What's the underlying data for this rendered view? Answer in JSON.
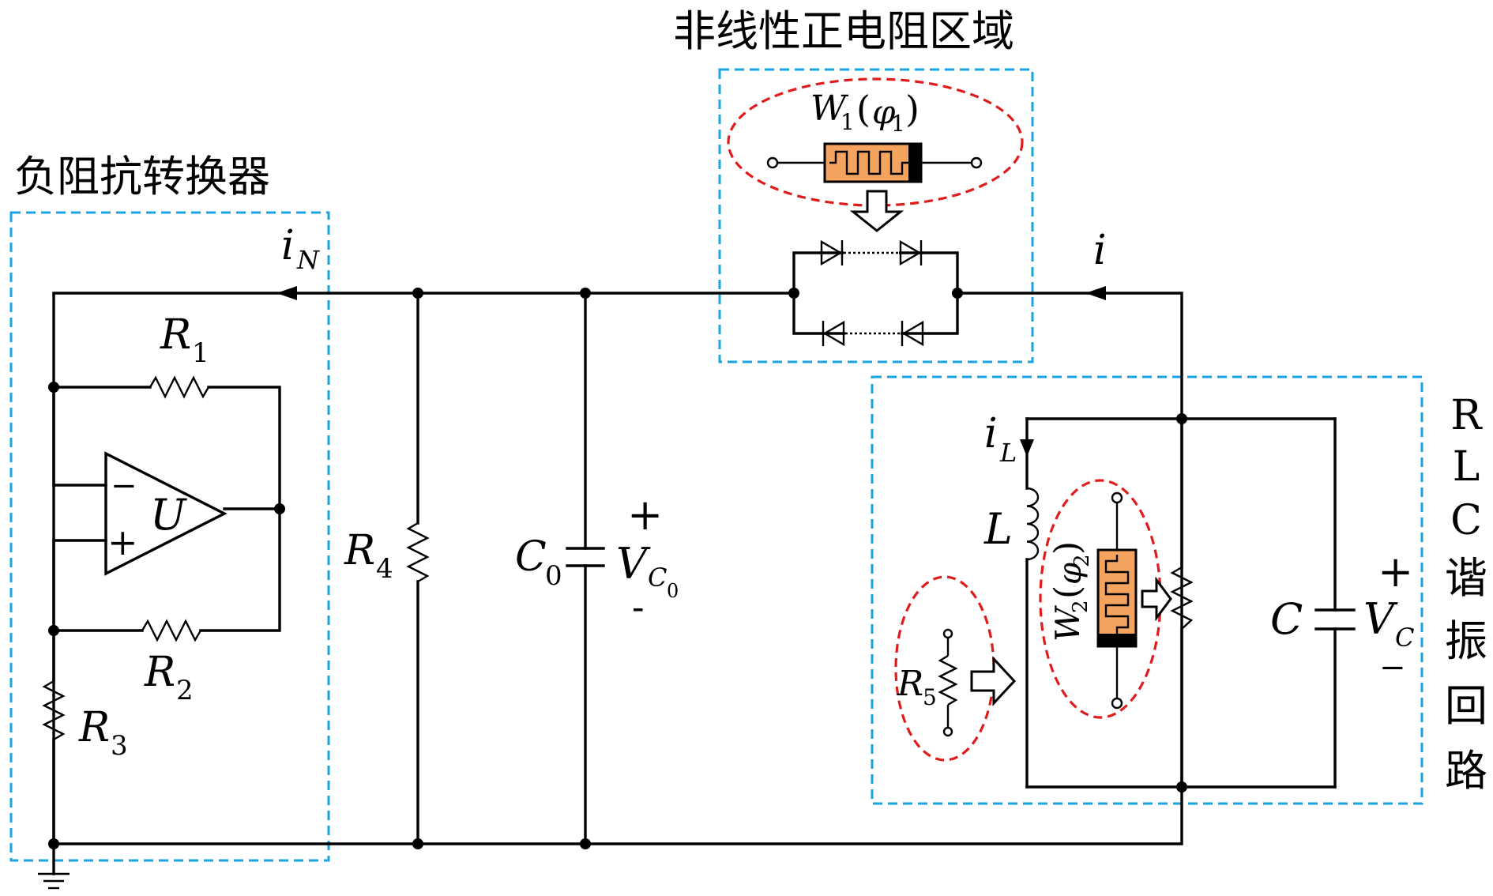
{
  "regions": {
    "negative_impedance_label": "负阻抗转换器",
    "nonlinear_positive_label": "非线性正电阻区域",
    "rlc_label": [
      "R",
      "L",
      "C",
      "谐",
      "振",
      "回",
      "路"
    ]
  },
  "labels": {
    "iN": {
      "main": "i",
      "sub": "N"
    },
    "i": {
      "main": "i"
    },
    "iL": {
      "main": "i",
      "sub": "L"
    },
    "R1": {
      "main": "R",
      "sub": "1"
    },
    "R2": {
      "main": "R",
      "sub": "2"
    },
    "R3": {
      "main": "R",
      "sub": "3"
    },
    "R4": {
      "main": "R",
      "sub": "4"
    },
    "R5": {
      "main": "R",
      "sub": "5"
    },
    "U": "U",
    "minus": "−",
    "plus": "+",
    "C0": {
      "main": "C",
      "sub": "0"
    },
    "VC0": {
      "main": "V",
      "sub": "C",
      "subsub": "0",
      "plus": "+",
      "minus": "-"
    },
    "L": "L",
    "C": "C",
    "VC": {
      "main": "V",
      "sub": "C",
      "plus": "+",
      "minus": "−"
    },
    "W1": {
      "main": "W",
      "sub": "1",
      "arg": "φ",
      "argsub": "1",
      "open": "(",
      "close": ")"
    },
    "W2": {
      "main": "W",
      "sub": "2",
      "arg": "φ",
      "argsub": "2",
      "open": "(",
      "close": ")"
    }
  },
  "colors": {
    "wire": "#000000",
    "region_border": "#1aa3e0",
    "memristor_ellipse": "#e01b1b",
    "memristor_fill": "#f5a45f"
  }
}
